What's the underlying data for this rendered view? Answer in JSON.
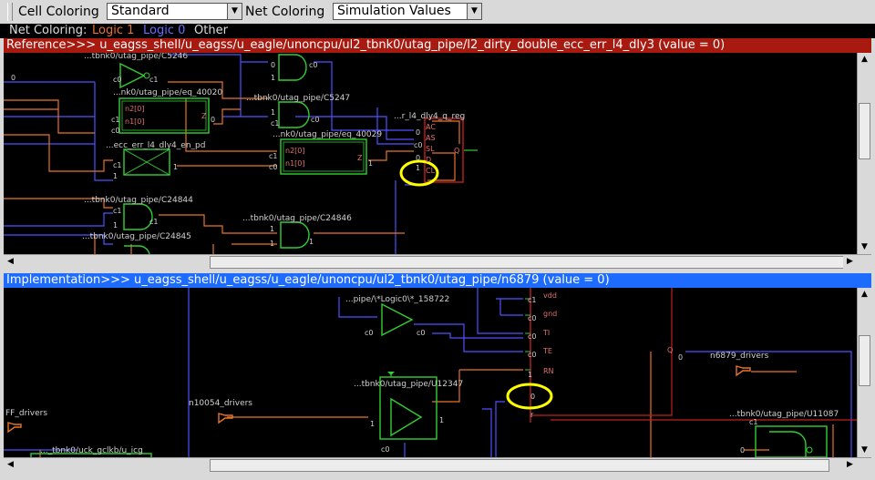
{
  "toolbar": {
    "cell_coloring_label": "Cell Coloring",
    "cell_coloring_value": "Standard",
    "net_coloring_label": "Net Coloring",
    "net_coloring_value": "Simulation Values"
  },
  "legend": {
    "label": "Net Coloring:",
    "logic1": "Logic 1",
    "logic0": "Logic 0",
    "other": "Other",
    "colors": {
      "logic1": "#e8732b",
      "logic0": "#6a6aff",
      "other": "#c8c8c8"
    }
  },
  "reference": {
    "header": "Reference>>> u_eagss_shell/u_eagss/u_eagle/unoncpu/ul2_tbnk0/utag_pipe/l2_dirty_double_ecc_err_l4_dly3 (value = 0)",
    "labels": {
      "c5246": "...tbnk0/utag_pipe/C5246",
      "eq40020": "...nk0/utag_pipe/eq_40020",
      "c5247": "...tbnk0/utag_pipe/C5247",
      "eq40029": "...nk0/utag_pipe/eq_40029",
      "reg": "...r_l4_dly4_q_reg",
      "ecc": "...ecc_err_l4_dly4_en_pd",
      "c24844": "...tbnk0/utag_pipe/C24844",
      "c24846": "...tbnk0/utag_pipe/C24846",
      "c24845": "...tbnk0/utag_pipe/C24845"
    },
    "pins": {
      "n2": "n2[0]",
      "n1": "n1[0]",
      "z": "Z",
      "ac": "AC",
      "as": "AS",
      "sl": "SL",
      "d": "D",
      "cl": "CL",
      "q": "Q",
      "c0": "c0",
      "c1": "c1",
      "zero": "0",
      "one": "1"
    }
  },
  "implementation": {
    "header": "Implementation>>> u_eagss_shell/u_eagss/u_eagle/unoncpu/ul2_tbnk0/utag_pipe/n6879 (value = 0)",
    "labels": {
      "logic0": "...pipe/\\*Logic0\\*_158722",
      "u12347": "...tbnk0/utag_pipe/U12347",
      "u11087": "...tbnk0/utag_pipe/U11087",
      "uck": "..._tbnk0/uck_gclkb/u_icg",
      "ff_drivers": "FF_drivers",
      "n10054": "n10054_drivers",
      "n6879": "n6879_drivers"
    },
    "pins": {
      "vdd": "vdd",
      "gnd": "gnd",
      "ti": "TI",
      "te": "TE",
      "rn": "RN",
      "q": "Q",
      "c0": "c0",
      "c1": "c1",
      "zero": "0",
      "one": "1",
      "r": "r"
    }
  }
}
